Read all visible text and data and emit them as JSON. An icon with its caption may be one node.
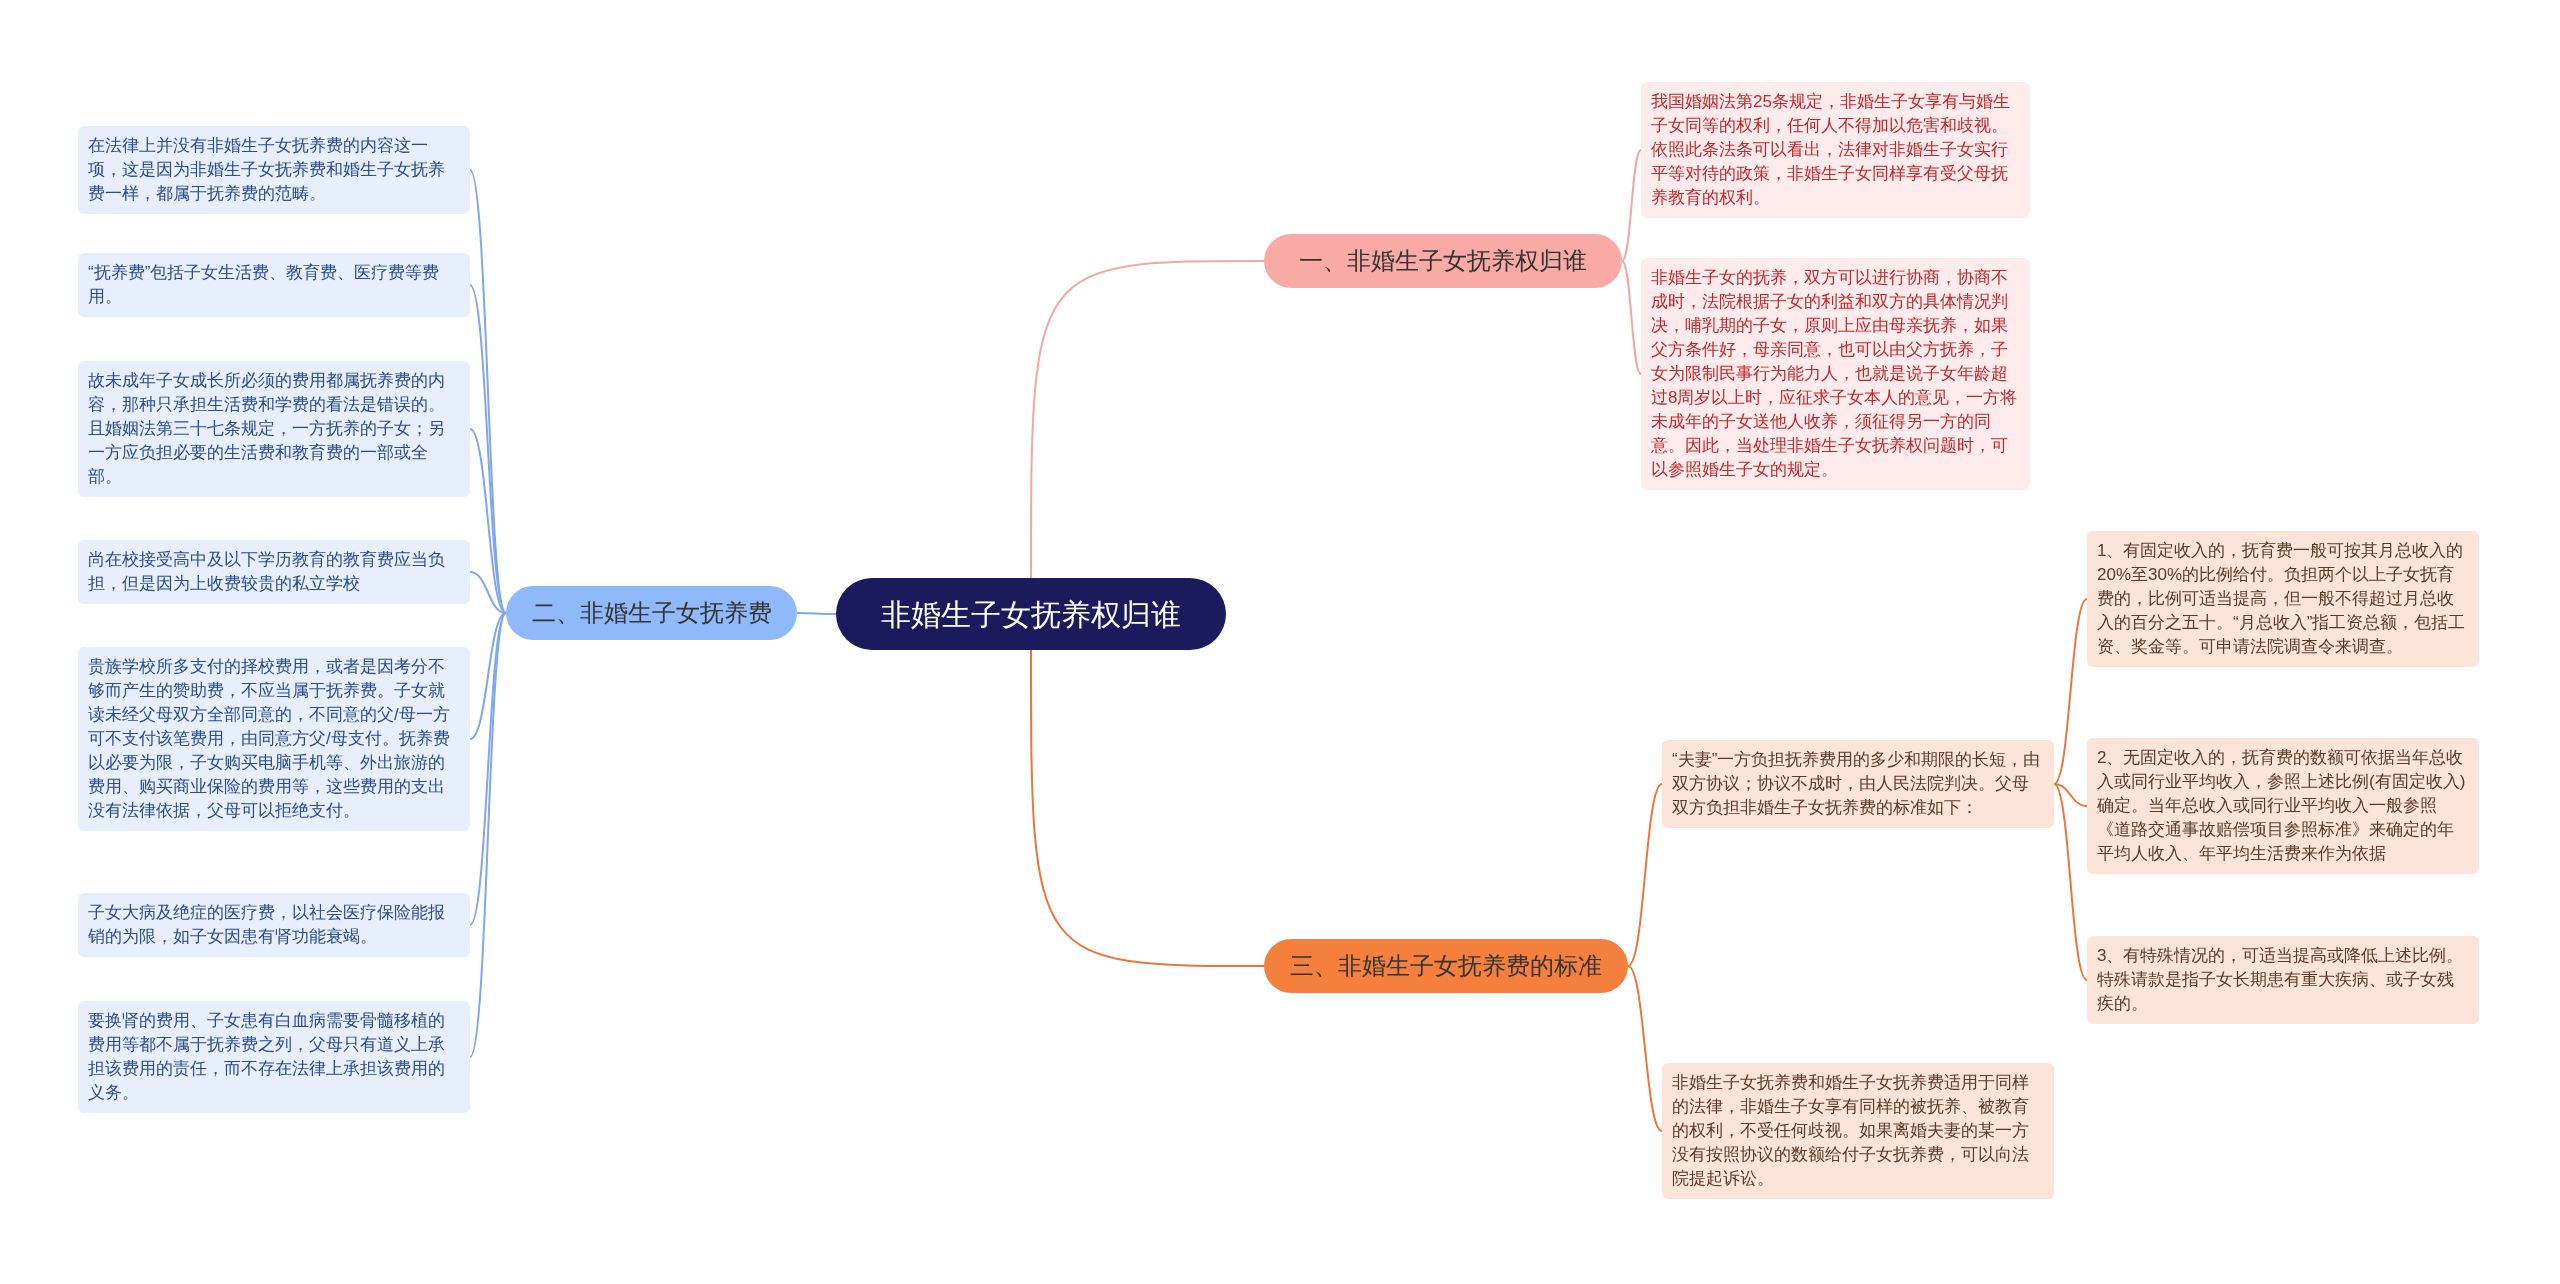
{
  "diagram": {
    "nodes": [
      {
        "text": [
          "非婚生子女抚养权归谁"
        ]
      },
      {
        "text": [
          "一、非婚生子女抚养权归谁"
        ]
      },
      {
        "text": [
          "二、非婚生子女抚养费"
        ]
      },
      {
        "text": [
          "三、非婚生子女抚养费的标准"
        ]
      },
      {
        "text": [
          "我国婚姻法第25条规定，非婚生子女享有与婚生子女同等的权利，任何人不得加以危害和歧视。依照此条法条可以看出，法律对非婚生子女实行平等对待的政策，非婚生子女同样享有受父母抚养教育的权利。"
        ]
      },
      {
        "text": [
          "非婚生子女的抚养，双方可以进行协商，协商不成时，法院根据子女的利益和双方的具体情况判决，哺乳期的子女，原则上应由母亲抚养，如果父方条件好，母亲同意，也可以由父方抚养，子女为限制民事行为能力人，也就是说子女年龄超过8周岁以上时，应征求子女本人的意见，一方将未成年的子女送他人收养，须征得另一方的同意。因此，当处理非婚生子女抚养权问题时，可以参照婚生子女的规定。"
        ]
      },
      {
        "text": [
          "在法律上并没有非婚生子女抚养费的内容这一项，这是因为非婚生子女抚养费和婚生子女抚养费一样，都属于抚养费的范畴。"
        ]
      },
      {
        "text": [
          "“抚养费”包括子女生活费、教育费、医疗费等费用。"
        ]
      },
      {
        "text": [
          "故未成年子女成长所必须的费用都属抚养费的内容，那种只承担生活费和学费的看法是错误的。且婚姻法第三十七条规定，一方抚养的子女；另一方应负担必要的生活费和教育费的一部或全部。"
        ]
      },
      {
        "text": [
          "尚在校接受高中及以下学历教育的教育费应当负担，但是因为上收费较贵的私立学校"
        ]
      },
      {
        "text": [
          "贵族学校所多支付的择校费用，或者是因考分不够而产生的赞助费，不应当属于抚养费。子女就读未经父母双方全部同意的，不同意的父/母一方可不支付该笔费用，由同意方父/母支付。抚养费以必要为限，子女购买电脑手机等、外出旅游的费用、购买商业保险的费用等，这些费用的支出没有法律依据，父母可以拒绝支付。"
        ]
      },
      {
        "text": [
          "子女大病及绝症的医疗费，以社会医疗保险能报销的为限，如子女因患有肾功能衰竭。"
        ]
      },
      {
        "text": [
          "要换肾的费用、子女患有白血病需要骨髓移植的费用等都不属于抚养费之列，父母只有道义上承担该费用的责任，而不存在法律上承担该费用的义务。"
        ]
      },
      {
        "text": [
          "“夫妻”一方负担抚养费用的多少和期限的长短，由双方协议；协议不成时，由人民法院判决。父母双方负担非婚生子女抚养费的标准如下："
        ]
      },
      {
        "text": [
          "非婚生子女抚养费和婚生子女抚养费适用于同样的法律，非婚生子女享有同样的被抚养、被教育的权利，不受任何歧视。如果离婚夫妻的某一方没有按照协议的数额给付子女抚养费，可以向法院提起诉讼。"
        ]
      },
      {
        "text": [
          "1、有固定收入的，抚育费一般可按其月总收入的20%至30%的比例给付。负担两个以上子女抚育费的，比例可适当提高，但一般不得超过月总收入的百分之五十。“月总收入”指工资总额，包括工资、奖金等。可申请法院调查令来调查。"
        ]
      },
      {
        "text": [
          "2、无固定收入的，抚育费的数额可依据当年总收入或同行业平均收入，参照上述比例(有固定收入)确定。当年总收入或同行业平均收入一般参照《道路交通事故赔偿项目参照标准》来确定的年平均人收入、年平均生活费来作为依据"
        ]
      },
      {
        "text": [
          "3、有特殊情况的，可适当提高或降低上述比例。特殊请款是指子女长期患有重大疾病、或子女残疾的。"
        ]
      }
    ],
    "edges": [
      {
        "from": 0,
        "to": 1,
        "arrow": "none",
        "color": "#f0a8a4"
      },
      {
        "from": 0,
        "to": 2,
        "arrow": "none"
      },
      {
        "from": 0,
        "to": 3,
        "arrow": "none",
        "color": "#e9773a"
      },
      {
        "from": 1,
        "to": 4,
        "arrow": "none",
        "color": "#f0a8a4"
      },
      {
        "from": 1,
        "to": 5,
        "arrow": "none",
        "color": "#f0a8a4"
      },
      {
        "from": 2,
        "to": 6,
        "arrow": "none"
      },
      {
        "from": 2,
        "to": 7,
        "arrow": "none"
      },
      {
        "from": 2,
        "to": 8,
        "arrow": "none"
      },
      {
        "from": 2,
        "to": 9,
        "arrow": "none"
      },
      {
        "from": 2,
        "to": 10,
        "arrow": "none"
      },
      {
        "from": 2,
        "to": 11,
        "arrow": "none"
      },
      {
        "from": 2,
        "to": 12,
        "arrow": "none"
      },
      {
        "from": 3,
        "to": 13,
        "arrow": "none",
        "color": "#e9773a"
      },
      {
        "from": 3,
        "to": 14,
        "arrow": "none",
        "color": "#e9773a"
      },
      {
        "from": 13,
        "to": 15,
        "arrow": "none",
        "color": "#e9773a"
      },
      {
        "from": 13,
        "to": 16,
        "arrow": "none",
        "color": "#e9773a"
      },
      {
        "from": 13,
        "to": 17,
        "arrow": "none",
        "color": "#e9773a"
      }
    ]
  }
}
